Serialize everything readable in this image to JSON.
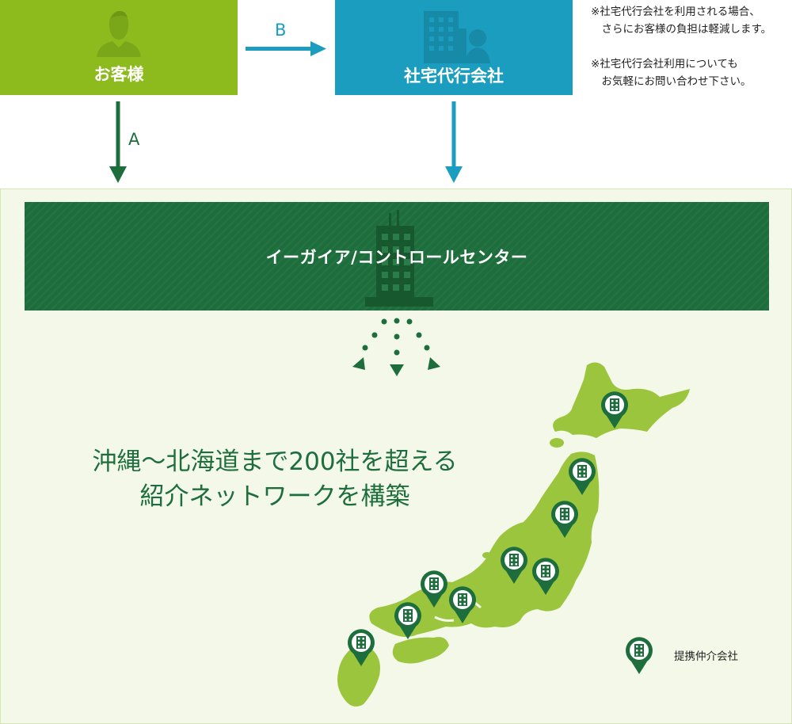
{
  "top": {
    "customer_label": "お客様",
    "company_label": "社宅代行会社",
    "arrow_b_label": "B",
    "arrow_a_label": "A"
  },
  "notes": [
    "※社宅代行会社を利用される場合、\n　さらにお客様の負担は軽減します。",
    "※社宅代行会社利用についても\n　お気軽にお問い合わせ下さい。"
  ],
  "center": {
    "label": "イーガイア/コントロールセンター"
  },
  "headline": {
    "line1": "沖縄〜北海道まで200社を超える",
    "line2": "紹介ネットワークを構築"
  },
  "legend": {
    "label": "提携仲介会社"
  },
  "colors": {
    "lime": "#8dbb1e",
    "blue": "#1b9dc0",
    "dark_green": "#1e6e3d",
    "map_green": "#9bc53d",
    "panel_bg": "#f3f8e8"
  },
  "icons": [
    "person-icon",
    "office-person-icon",
    "building-icon",
    "map-pin-building-icon",
    "japan-map"
  ]
}
